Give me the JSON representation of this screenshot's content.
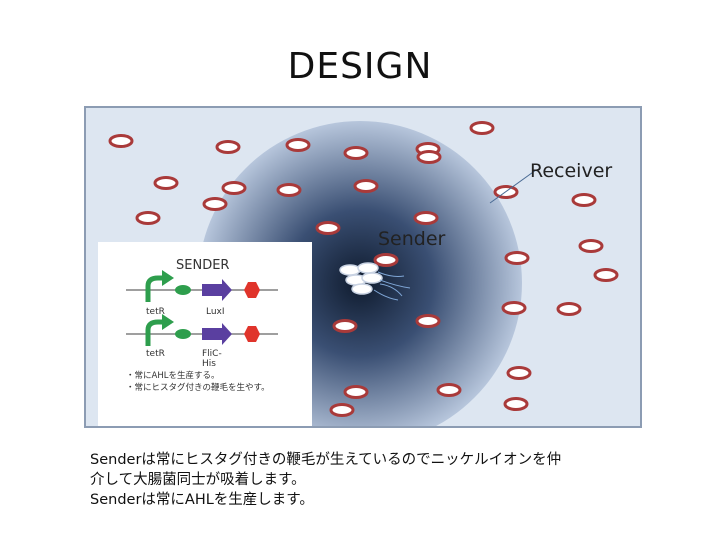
{
  "title": "DESIGN",
  "diagram": {
    "receiver_label": "Receiver",
    "sender_label": "Sender",
    "colors": {
      "background": "#dde6f1",
      "cell_fill": "#ffffff",
      "cell_border": "#a93a3a",
      "gradient_center": "#0f1b2e",
      "gradient_edge": "#b7c6dc"
    },
    "inset": {
      "heading": "SENDER",
      "gene1": "tetR",
      "gene2": "LuxI",
      "gene3": "tetR",
      "gene4_line1": "FliC-",
      "gene4_line2": "His",
      "note1": "・常にAHLを生産する。",
      "note2": "・常にヒスタグ付きの鞭毛を生やす。"
    }
  },
  "caption": {
    "line1": "Senderは常にヒスタグ付きの鞭毛が生えているのでニッケルイオンを仲",
    "line2": "介して大腸菌同士が吸着します。",
    "line3": "Senderは常にAHLを生産します。"
  }
}
